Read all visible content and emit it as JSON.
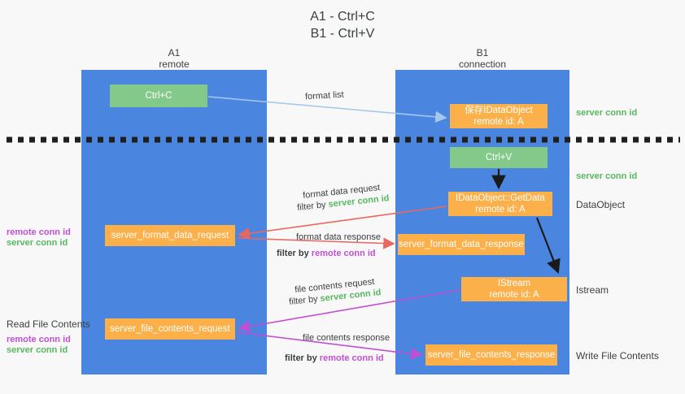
{
  "title": {
    "line1": "A1 - Ctrl+C",
    "line2": "B1 - Ctrl+V"
  },
  "columns": [
    {
      "id": "a1",
      "name": "A1",
      "role": "remote"
    },
    {
      "id": "b1",
      "name": "B1",
      "role": "connection"
    }
  ],
  "boxes": {
    "ctrl_c": "Ctrl+C",
    "idataobject": "保存IDataObject\nremote id: A",
    "idataobject_line1": "保存IDataObject",
    "idataobject_line2": "remote id: A",
    "ctrl_v": "Ctrl+V",
    "getdata_line1": "IDataObject::GetData",
    "getdata_line2": "remote id: A",
    "server_format_data_response": "server_format_data_response",
    "server_format_data_request": "server_format_data_request",
    "istream_line1": "IStream",
    "istream_line2": "remote id: A",
    "server_file_contents_request": "server_file_contents_request",
    "server_file_contents_response": "server_file_contents_response"
  },
  "edge_labels": {
    "format_list": "format list",
    "format_data_request": "format data request",
    "filter_by": "filter by ",
    "server_conn_id": "server conn id",
    "remote_conn_id": "remote conn id",
    "format_data_response": "format data response",
    "file_contents_request": "file contents request",
    "file_contents_response": "file contents response"
  },
  "side_labels": {
    "server_conn_id_top": "server conn id",
    "server_conn_id_mid": "server conn id",
    "dataobject": "DataObject",
    "istream": "Istream",
    "write_file_contents": "Write File Contents",
    "read_file_contents": "Read File Contents",
    "remote_conn_id_a": "remote conn id",
    "server_conn_id_a": "server conn id",
    "remote_conn_id_b": "remote conn id",
    "server_conn_id_b": "server conn id"
  },
  "colors": {
    "lane_blue": "#4a86e0",
    "box_green": "#83c98a",
    "box_orange": "#fbb04a",
    "arrow_blue": "#a5c8ea",
    "arrow_red": "#e8685f",
    "arrow_purple": "#c14fd4",
    "arrow_black": "#1a1a1a",
    "text_green": "#57b85f",
    "text_purple": "#c14fd4",
    "background": "#f8f8f8"
  }
}
